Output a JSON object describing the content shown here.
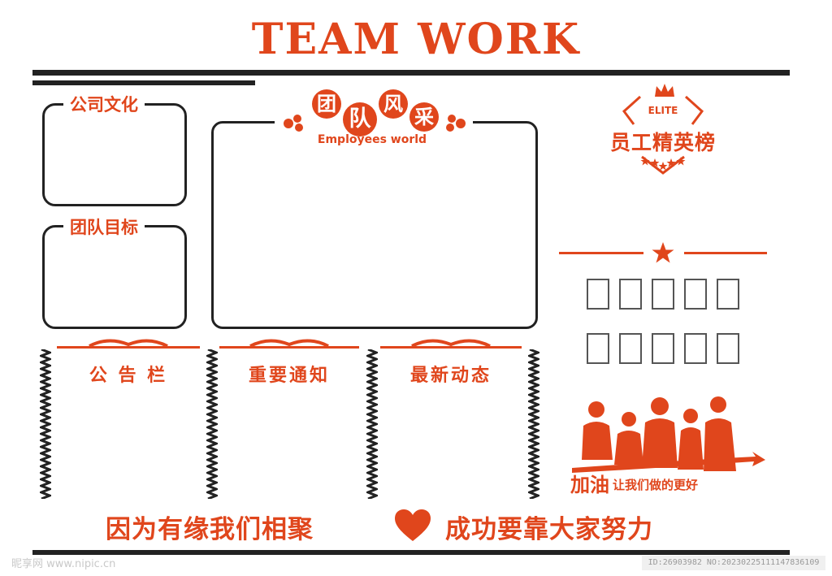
{
  "header": {
    "title": "TEAM WORK"
  },
  "panels": {
    "company_culture": "公司文化",
    "team_goal": "团队目标",
    "team_style": {
      "title_chars": [
        "团",
        "队",
        "风",
        "采"
      ],
      "subtitle": "Employees world"
    },
    "elite": {
      "badge": "ELITE",
      "title": "员工精英榜"
    }
  },
  "columns": [
    {
      "title": "公 告 栏"
    },
    {
      "title": "重要通知"
    },
    {
      "title": "最新动态"
    }
  ],
  "cheer": {
    "main": "加油",
    "sub": "让我们做的更好"
  },
  "slogan": {
    "left": "因为有缘我们相聚",
    "right": "成功要靠大家努力"
  },
  "watermark": {
    "left": "昵享网 www.nipic.cn",
    "right": "ID:26903982 NO:20230225111147836109"
  },
  "colors": {
    "accent": "#e0461c",
    "frame": "#222222"
  },
  "icons": {
    "star": "star-icon",
    "crown": "crown-icon",
    "heart": "heart-icon",
    "flower": "flower-icon"
  }
}
